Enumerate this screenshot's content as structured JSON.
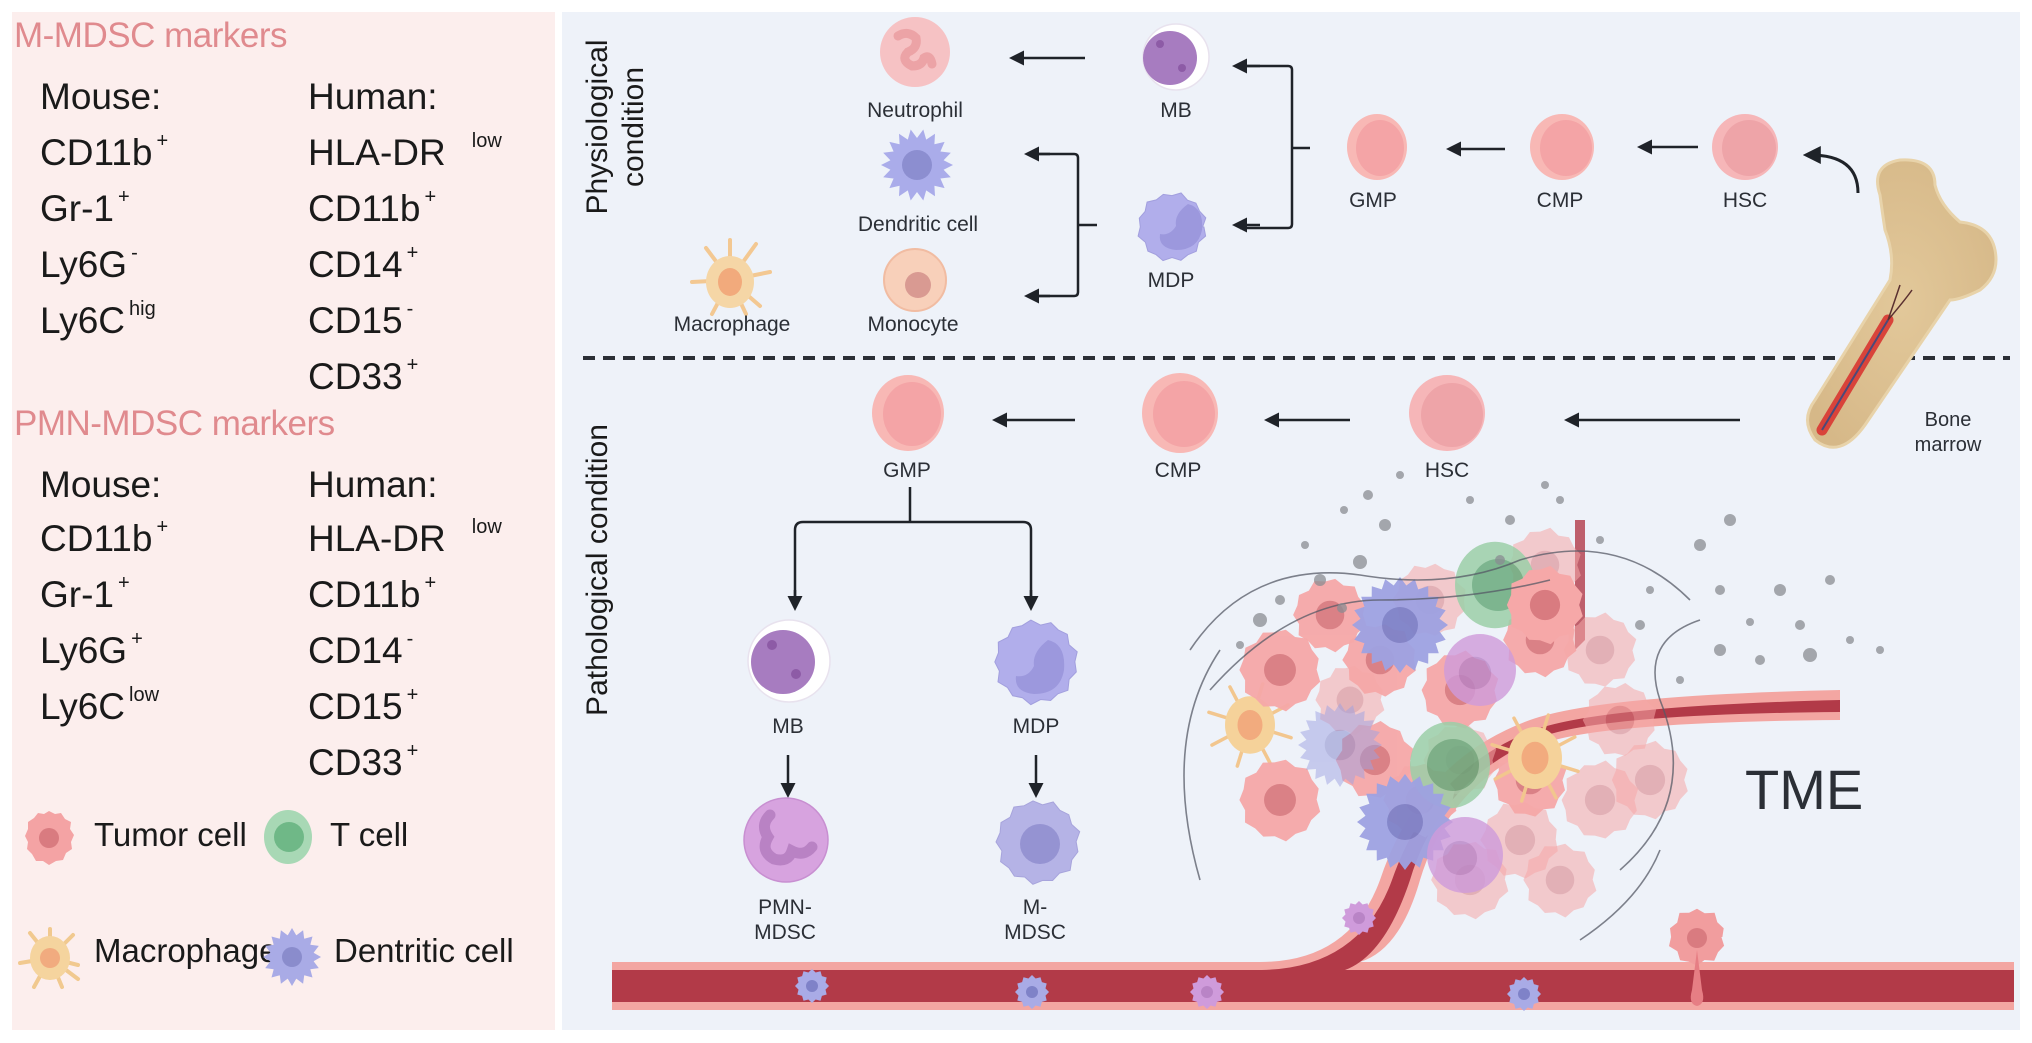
{
  "left_panel": {
    "m_mdsc": {
      "title": "M-MDSC markers",
      "mouse_header": "Mouse:",
      "human_header": "Human:",
      "mouse": [
        {
          "name": "CD11b",
          "sup": "+"
        },
        {
          "name": "Gr-1",
          "sup": "+"
        },
        {
          "name": "Ly6G",
          "sup": "-"
        },
        {
          "name": "Ly6C",
          "sup": "hig"
        }
      ],
      "human": [
        {
          "name": "HLA-DR",
          "sup": "low"
        },
        {
          "name": "CD11b",
          "sup": "+"
        },
        {
          "name": "CD14",
          "sup": "+"
        },
        {
          "name": "CD15",
          "sup": "-"
        },
        {
          "name": "CD33",
          "sup": "+"
        }
      ]
    },
    "pmn_mdsc": {
      "title": "PMN-MDSC markers",
      "mouse_header": "Mouse:",
      "human_header": "Human:",
      "mouse": [
        {
          "name": "CD11b",
          "sup": "+"
        },
        {
          "name": "Gr-1",
          "sup": "+"
        },
        {
          "name": "Ly6G",
          "sup": "+"
        },
        {
          "name": "Ly6C",
          "sup": "low"
        }
      ],
      "human": [
        {
          "name": "HLA-DR",
          "sup": "low"
        },
        {
          "name": "CD11b",
          "sup": "+"
        },
        {
          "name": "CD14",
          "sup": "-"
        },
        {
          "name": "CD15",
          "sup": "+"
        },
        {
          "name": "CD33",
          "sup": "+"
        }
      ]
    },
    "legend": [
      {
        "label": "Tumor cell",
        "icon": "tumor-cell-icon"
      },
      {
        "label": "T cell",
        "icon": "t-cell-icon"
      },
      {
        "label": "Macrophage",
        "icon": "macrophage-icon"
      },
      {
        "label": "Dentritic cell",
        "icon": "dendritic-cell-icon"
      }
    ]
  },
  "physiological": {
    "label_line1": "Physiological",
    "label_line2": "condition",
    "cells": {
      "neutrophil": "Neutrophil",
      "mb": "MB",
      "dendritic": "Dendritic cell",
      "mdp": "MDP",
      "macrophage": "Macrophage",
      "monocyte": "Monocyte",
      "gmp": "GMP",
      "cmp": "CMP",
      "hsc": "HSC"
    }
  },
  "pathological": {
    "label": "Pathological  condition",
    "cells": {
      "gmp": "GMP",
      "cmp": "CMP",
      "hsc": "HSC",
      "mb": "MB",
      "mdp": "MDP",
      "pmn_mdsc_line1": "PMN-",
      "pmn_mdsc_line2": "MDSC",
      "m_mdsc_line1": "M-",
      "m_mdsc_line2": "MDSC"
    }
  },
  "bone_marrow": {
    "line1": "Bone",
    "line2": "marrow"
  },
  "tme_label": "TME",
  "colors": {
    "title_pink": "#e08a8e",
    "left_bg": "#fceeed",
    "right_bg": "#eef2f9",
    "progenitor_pink": "#f6a9ab",
    "mb_purple": "#a77cc0",
    "mdp_lavender": "#a9a6e2",
    "vessel_red": "#b23a48",
    "tcell_green": "#8fc8a0"
  }
}
